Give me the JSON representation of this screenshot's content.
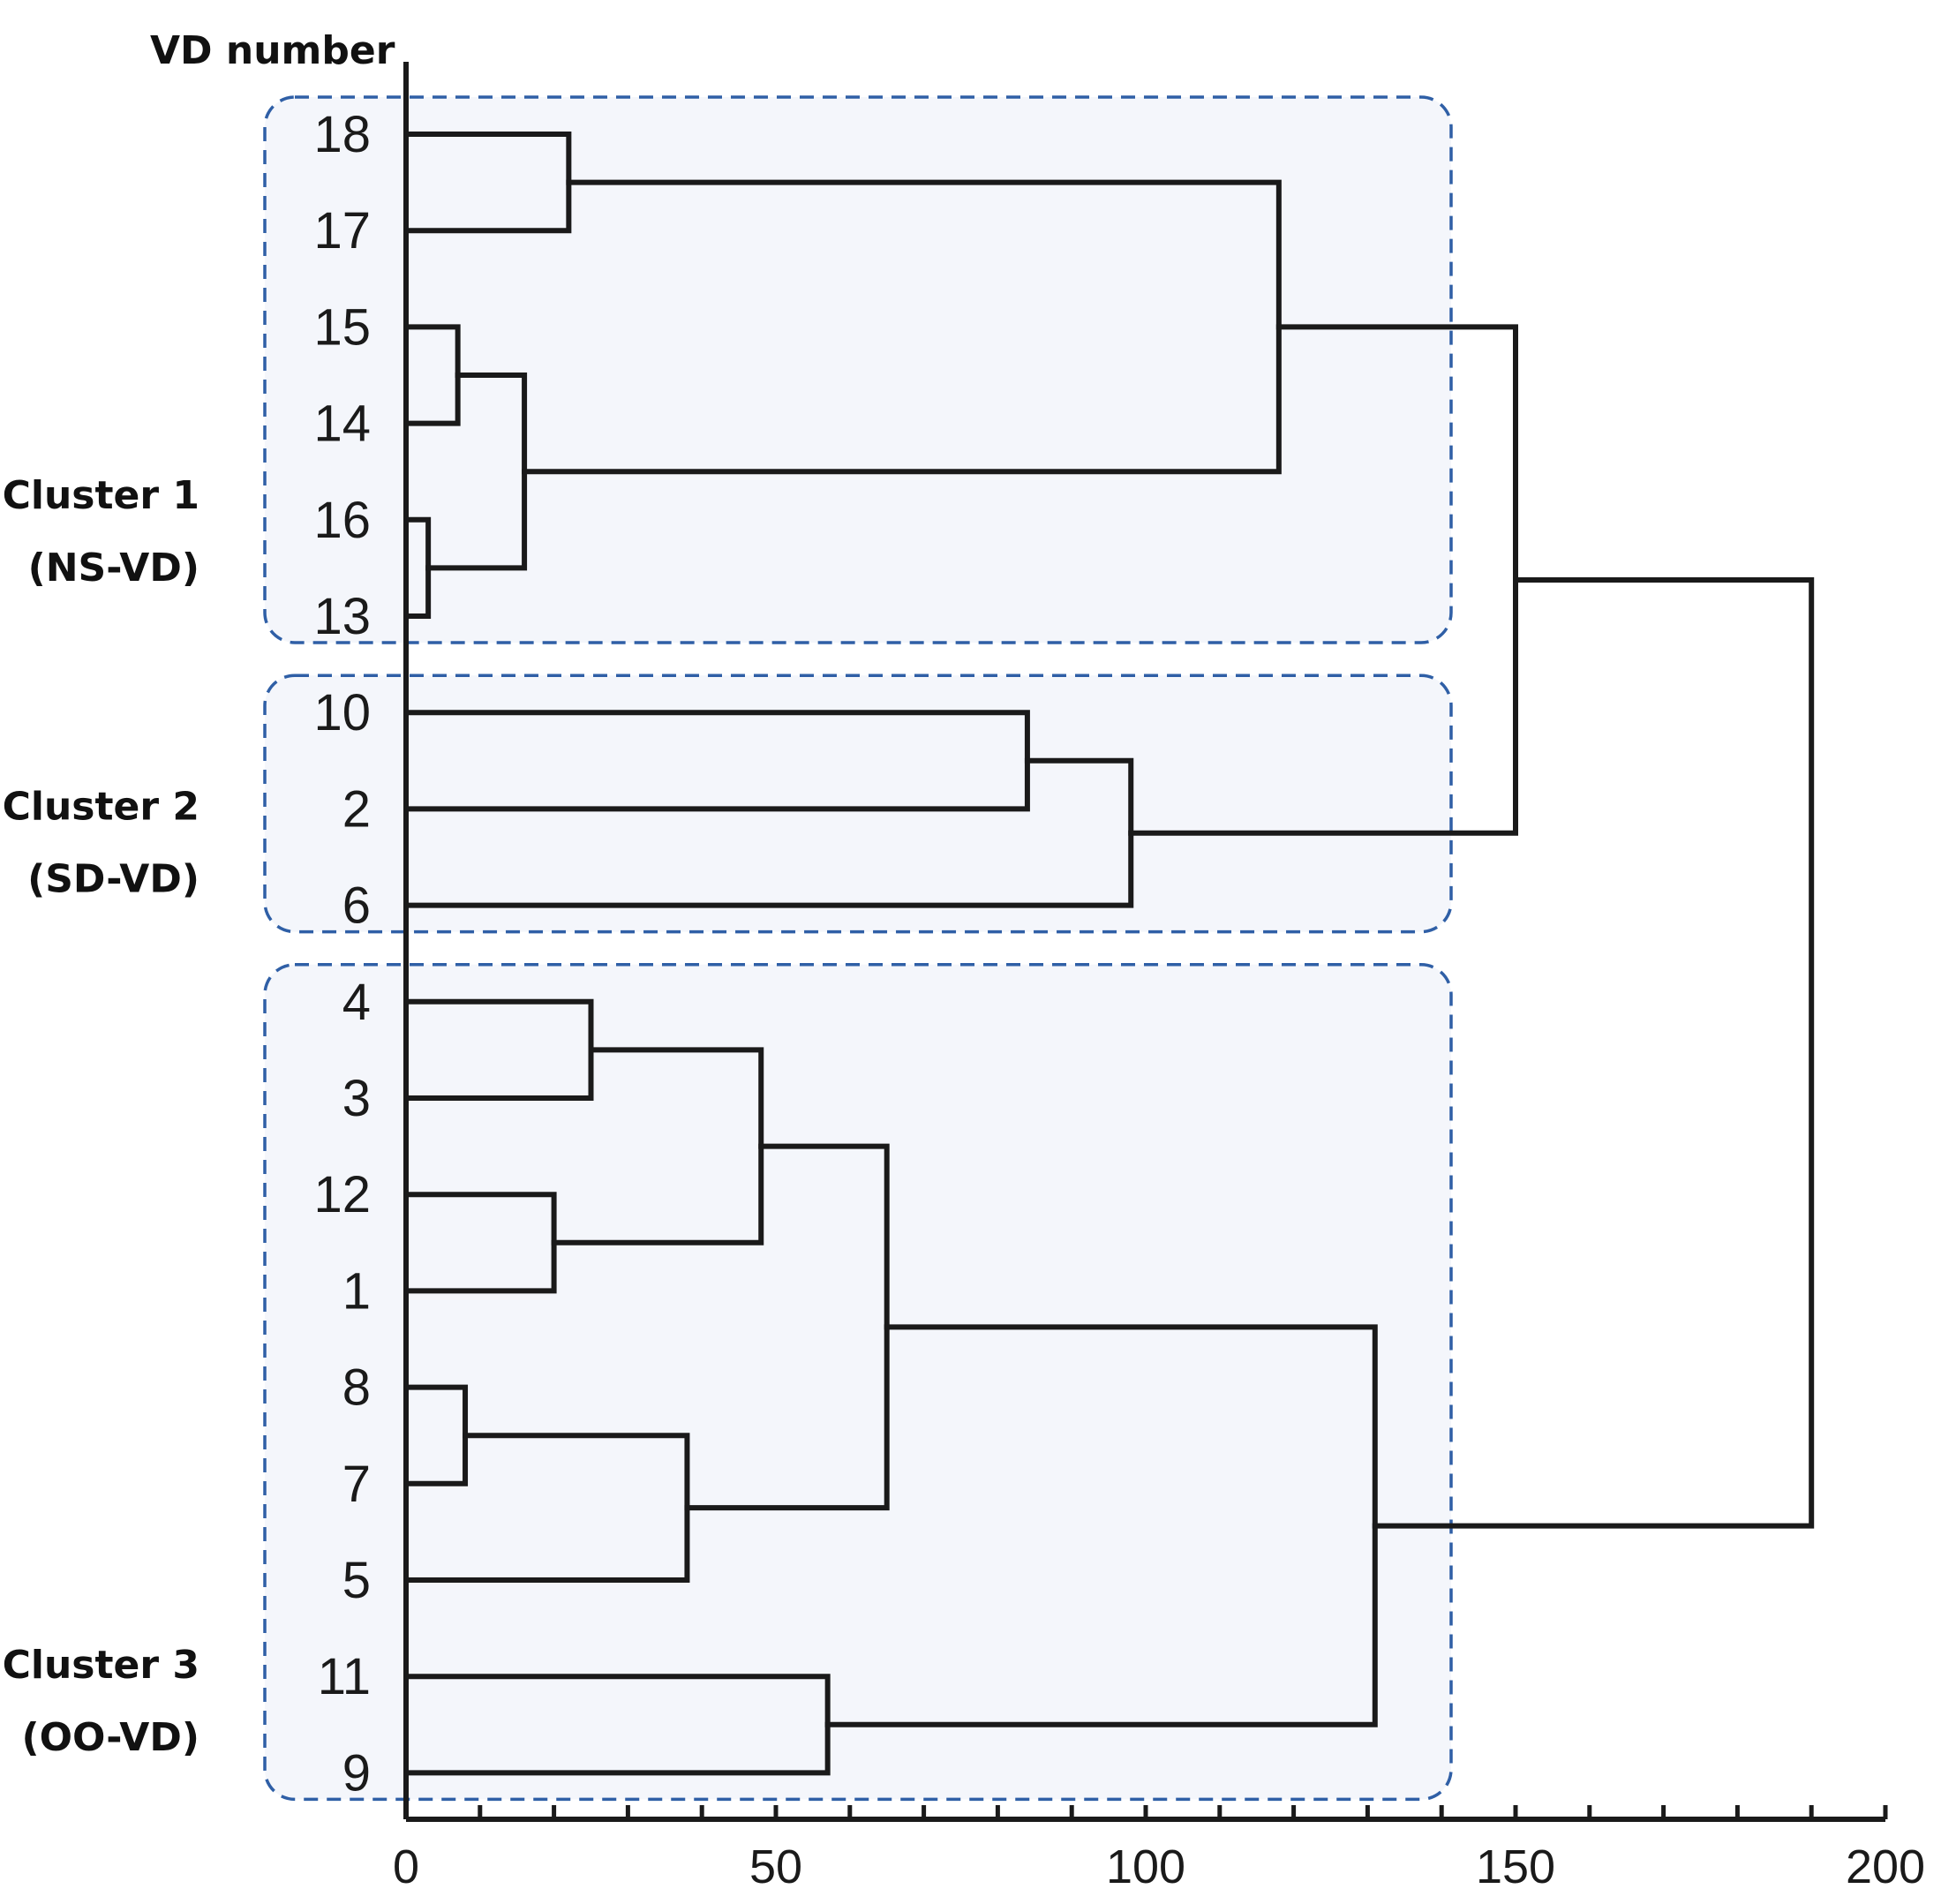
{
  "chart_data": {
    "type": "dendrogram",
    "ylabel": "VD number",
    "xlim": [
      0,
      200
    ],
    "xticks": [
      0,
      50,
      100,
      150,
      200
    ],
    "minor_tick_step": 10,
    "leaf_order": [
      "18",
      "17",
      "15",
      "14",
      "16",
      "13",
      "10",
      "2",
      "6",
      "4",
      "3",
      "12",
      "1",
      "8",
      "7",
      "5",
      "11",
      "9"
    ],
    "merges": [
      {
        "id": "m1",
        "left": "18",
        "right": "17",
        "height": 22
      },
      {
        "id": "m2",
        "left": "15",
        "right": "14",
        "height": 7
      },
      {
        "id": "m3",
        "left": "16",
        "right": "13",
        "height": 3
      },
      {
        "id": "m4",
        "left": "m2",
        "right": "m3",
        "height": 16
      },
      {
        "id": "m5",
        "left": "m1",
        "right": "m4",
        "height": 118
      },
      {
        "id": "m6",
        "left": "10",
        "right": "2",
        "height": 84
      },
      {
        "id": "m7",
        "left": "m6",
        "right": "6",
        "height": 98
      },
      {
        "id": "m8",
        "left": "m5",
        "right": "m7",
        "height": 150
      },
      {
        "id": "m9",
        "left": "4",
        "right": "3",
        "height": 25
      },
      {
        "id": "m10",
        "left": "12",
        "right": "1",
        "height": 20
      },
      {
        "id": "m11",
        "left": "m9",
        "right": "m10",
        "height": 48
      },
      {
        "id": "m12",
        "left": "8",
        "right": "7",
        "height": 8
      },
      {
        "id": "m13",
        "left": "m12",
        "right": "5",
        "height": 38
      },
      {
        "id": "m14",
        "left": "m11",
        "right": "m13",
        "height": 65
      },
      {
        "id": "m15",
        "left": "11",
        "right": "9",
        "height": 57
      },
      {
        "id": "m16",
        "left": "m14",
        "right": "m15",
        "height": 131
      },
      {
        "id": "m17",
        "left": "m8",
        "right": "m16",
        "height": 190
      }
    ],
    "clusters": [
      {
        "name": "Cluster 1",
        "subtitle": "(NS-VD)",
        "first_leaf": 0,
        "last_leaf": 5
      },
      {
        "name": "Cluster 2",
        "subtitle": "(SD-VD)",
        "first_leaf": 6,
        "last_leaf": 8
      },
      {
        "name": "Cluster 3",
        "subtitle": "(OO-VD)",
        "first_leaf": 9,
        "last_leaf": 17
      }
    ],
    "grid": false,
    "colors": {
      "line": "#1a1a1a",
      "cluster_border": "#2f5fa6",
      "cluster_fill": "#f4f6fb"
    }
  }
}
